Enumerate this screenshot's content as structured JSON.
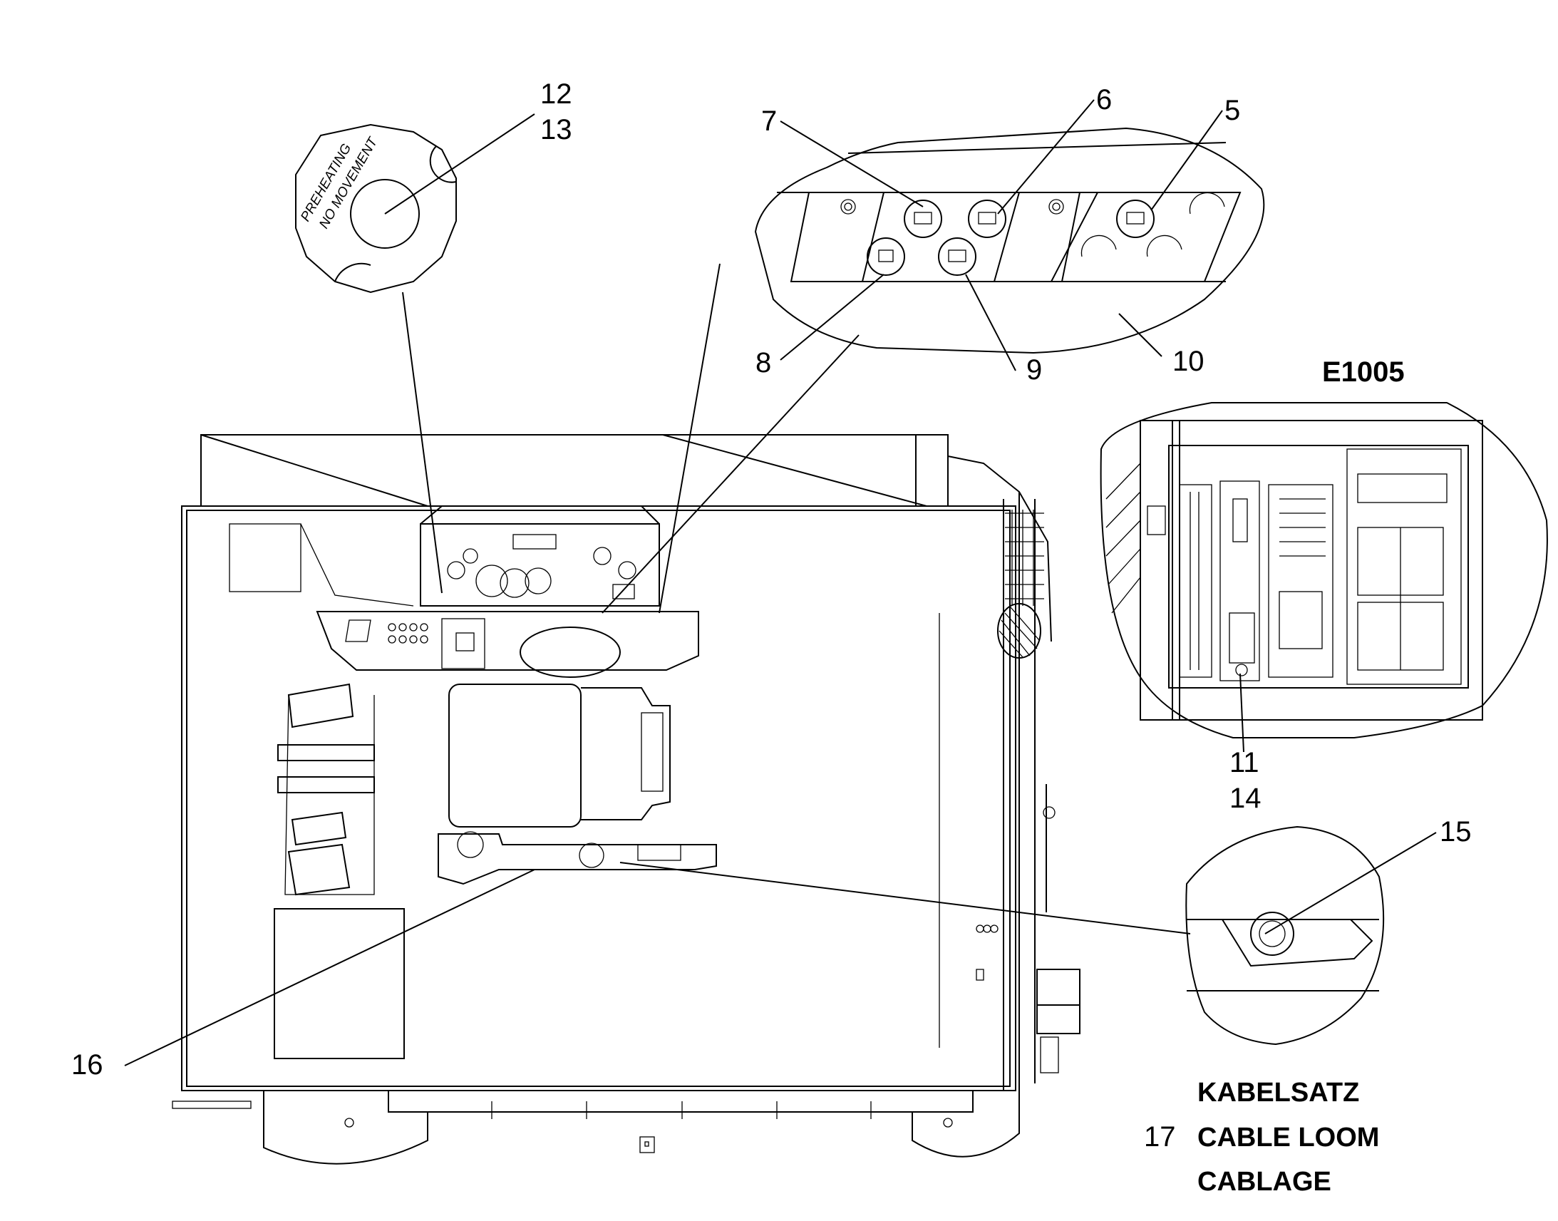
{
  "drawing": {
    "code": "E1005",
    "callouts": [
      {
        "id": "c12",
        "text": "12"
      },
      {
        "id": "c13",
        "text": "13"
      },
      {
        "id": "c7",
        "text": "7"
      },
      {
        "id": "c6",
        "text": "6"
      },
      {
        "id": "c5",
        "text": "5"
      },
      {
        "id": "c8",
        "text": "8"
      },
      {
        "id": "c9",
        "text": "9"
      },
      {
        "id": "c10",
        "text": "10"
      },
      {
        "id": "c11",
        "text": "11"
      },
      {
        "id": "c14",
        "text": "14"
      },
      {
        "id": "c15",
        "text": "15"
      },
      {
        "id": "c16",
        "text": "16"
      }
    ],
    "detail_labels": {
      "line1": "PREHEATING",
      "line2": "NO MOVEMENT"
    },
    "legend": {
      "number": "17",
      "line1": "KABELSATZ",
      "line2": "CABLE LOOM",
      "line3": "CABLAGE"
    }
  }
}
